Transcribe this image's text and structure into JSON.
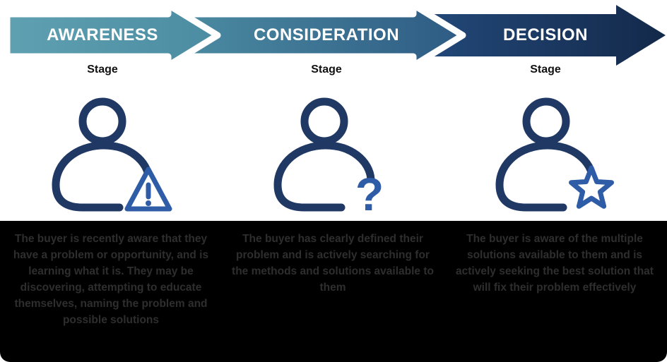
{
  "stages": [
    {
      "label": "AWARENESS",
      "sublabel": "Stage",
      "icon": "user-warning-icon",
      "description": "The buyer is recently aware that they have a problem or opportunity, and is learning what it is. They may be discovering, attempting to educate themselves, naming the problem and possible solutions"
    },
    {
      "label": "CONSIDERATION",
      "sublabel": "Stage",
      "icon": "user-question-icon",
      "description": "The buyer has clearly defined their problem and is actively searching for the methods and solutions available to them"
    },
    {
      "label": "DECISION",
      "sublabel": "Stage",
      "icon": "user-star-icon",
      "description": "The buyer is aware of the multiple solutions available to them and is actively seeking the best solution that will fix their problem effectively"
    }
  ],
  "colors": {
    "arrow1_start": "#5FA0B1",
    "arrow1_end": "#4C8CA2",
    "arrow2_start": "#4C8CA2",
    "arrow2_end": "#2E5B84",
    "arrow3_start": "#23497A",
    "arrow3_end": "#13294A",
    "person": "#1F3864",
    "badge": "#2E5CA6",
    "description_text": "#2e2e2e",
    "panel_background": "#000000",
    "arrow_text": "#ffffff"
  }
}
